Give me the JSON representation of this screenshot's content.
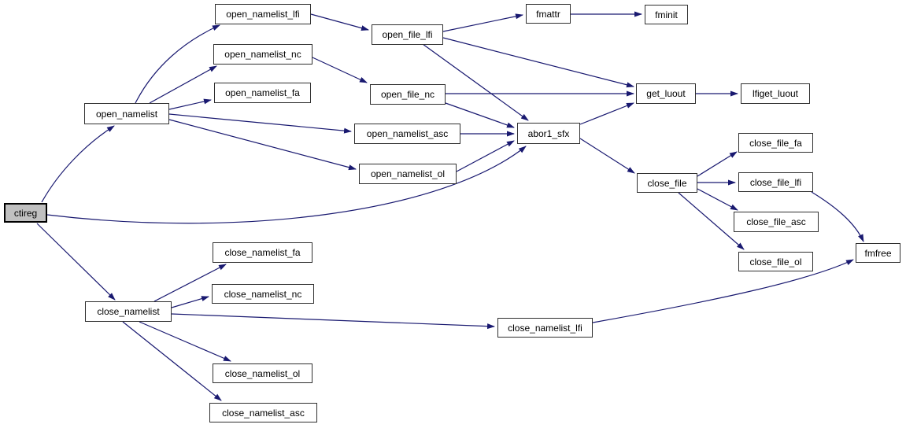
{
  "diagram": {
    "type": "call-graph",
    "root": "ctireg",
    "nodes": [
      {
        "id": "ctireg",
        "label": "ctireg",
        "highlighted": true
      },
      {
        "id": "open_namelist",
        "label": "open_namelist",
        "highlighted": false
      },
      {
        "id": "open_namelist_lfi",
        "label": "open_namelist_lfi",
        "highlighted": false
      },
      {
        "id": "open_namelist_nc",
        "label": "open_namelist_nc",
        "highlighted": false
      },
      {
        "id": "open_namelist_fa",
        "label": "open_namelist_fa",
        "highlighted": false
      },
      {
        "id": "open_namelist_asc",
        "label": "open_namelist_asc",
        "highlighted": false
      },
      {
        "id": "open_namelist_ol",
        "label": "open_namelist_ol",
        "highlighted": false
      },
      {
        "id": "open_file_lfi",
        "label": "open_file_lfi",
        "highlighted": false
      },
      {
        "id": "open_file_nc",
        "label": "open_file_nc",
        "highlighted": false
      },
      {
        "id": "fmattr",
        "label": "fmattr",
        "highlighted": false
      },
      {
        "id": "fminit",
        "label": "fminit",
        "highlighted": false
      },
      {
        "id": "get_luout",
        "label": "get_luout",
        "highlighted": false
      },
      {
        "id": "lfiget_luout",
        "label": "lfiget_luout",
        "highlighted": false
      },
      {
        "id": "abor1_sfx",
        "label": "abor1_sfx",
        "highlighted": false
      },
      {
        "id": "close_file",
        "label": "close_file",
        "highlighted": false
      },
      {
        "id": "close_file_fa",
        "label": "close_file_fa",
        "highlighted": false
      },
      {
        "id": "close_file_lfi",
        "label": "close_file_lfi",
        "highlighted": false
      },
      {
        "id": "close_file_asc",
        "label": "close_file_asc",
        "highlighted": false
      },
      {
        "id": "close_file_ol",
        "label": "close_file_ol",
        "highlighted": false
      },
      {
        "id": "fmfree",
        "label": "fmfree",
        "highlighted": false
      },
      {
        "id": "close_namelist",
        "label": "close_namelist",
        "highlighted": false
      },
      {
        "id": "close_namelist_fa",
        "label": "close_namelist_fa",
        "highlighted": false
      },
      {
        "id": "close_namelist_nc",
        "label": "close_namelist_nc",
        "highlighted": false
      },
      {
        "id": "close_namelist_lfi",
        "label": "close_namelist_lfi",
        "highlighted": false
      },
      {
        "id": "close_namelist_ol",
        "label": "close_namelist_ol",
        "highlighted": false
      },
      {
        "id": "close_namelist_asc",
        "label": "close_namelist_asc",
        "highlighted": false
      }
    ],
    "edges": [
      {
        "from": "ctireg",
        "to": "open_namelist"
      },
      {
        "from": "ctireg",
        "to": "abor1_sfx"
      },
      {
        "from": "ctireg",
        "to": "close_namelist"
      },
      {
        "from": "open_namelist",
        "to": "open_namelist_lfi"
      },
      {
        "from": "open_namelist",
        "to": "open_namelist_nc"
      },
      {
        "from": "open_namelist",
        "to": "open_namelist_fa"
      },
      {
        "from": "open_namelist",
        "to": "open_namelist_asc"
      },
      {
        "from": "open_namelist",
        "to": "open_namelist_ol"
      },
      {
        "from": "open_namelist_lfi",
        "to": "open_file_lfi"
      },
      {
        "from": "open_namelist_nc",
        "to": "open_file_nc"
      },
      {
        "from": "open_file_lfi",
        "to": "fmattr"
      },
      {
        "from": "open_file_lfi",
        "to": "get_luout"
      },
      {
        "from": "open_file_lfi",
        "to": "abor1_sfx"
      },
      {
        "from": "fmattr",
        "to": "fminit"
      },
      {
        "from": "open_file_nc",
        "to": "get_luout"
      },
      {
        "from": "open_file_nc",
        "to": "abor1_sfx"
      },
      {
        "from": "open_namelist_asc",
        "to": "abor1_sfx"
      },
      {
        "from": "open_namelist_ol",
        "to": "abor1_sfx"
      },
      {
        "from": "abor1_sfx",
        "to": "get_luout"
      },
      {
        "from": "abor1_sfx",
        "to": "close_file"
      },
      {
        "from": "get_luout",
        "to": "lfiget_luout"
      },
      {
        "from": "close_file",
        "to": "close_file_fa"
      },
      {
        "from": "close_file",
        "to": "close_file_lfi"
      },
      {
        "from": "close_file",
        "to": "close_file_asc"
      },
      {
        "from": "close_file",
        "to": "close_file_ol"
      },
      {
        "from": "close_file_lfi",
        "to": "fmfree"
      },
      {
        "from": "close_namelist",
        "to": "close_namelist_fa"
      },
      {
        "from": "close_namelist",
        "to": "close_namelist_nc"
      },
      {
        "from": "close_namelist",
        "to": "close_namelist_lfi"
      },
      {
        "from": "close_namelist",
        "to": "close_namelist_ol"
      },
      {
        "from": "close_namelist",
        "to": "close_namelist_asc"
      },
      {
        "from": "close_namelist_lfi",
        "to": "fmfree"
      }
    ]
  },
  "colors": {
    "edge": "#191970",
    "node_border": "#2f2f2f",
    "node_fill": "#ffffff",
    "root_fill": "#c0c0c0",
    "text": "#000000",
    "background": "#ffffff"
  }
}
